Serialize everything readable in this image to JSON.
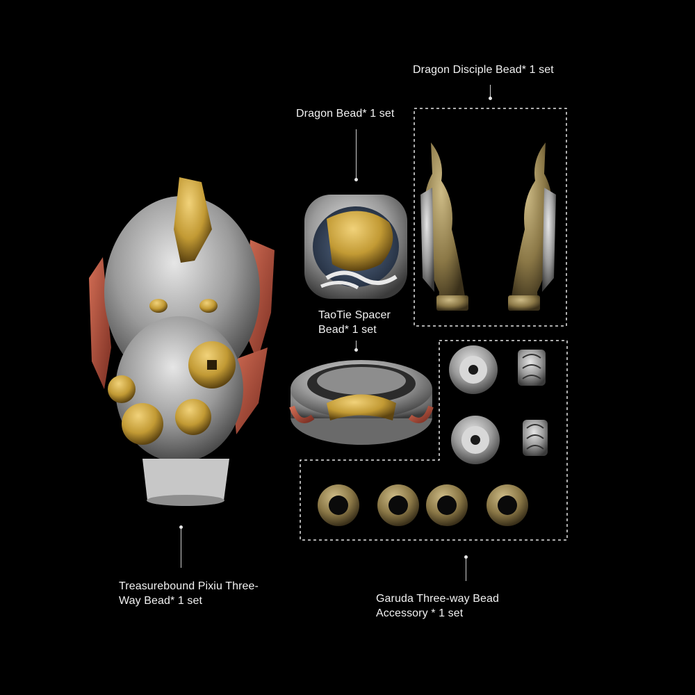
{
  "labels": {
    "dragon_disciple": "Dragon Disciple Bead* 1 set",
    "dragon_bead": "Dragon Bead* 1 set",
    "taotie": [
      "TaoTie Spacer",
      "Bead* 1 set"
    ],
    "pixiu": [
      "Treasurebound Pixiu Three-",
      "Way Bead* 1 set"
    ],
    "garuda": [
      "Garuda Three-way Bead",
      "Accessory * 1 set"
    ]
  },
  "colors": {
    "background": "#000000",
    "silver": "#b9b9b9",
    "gold": "#c9a13a",
    "bronze": "#8c7a4a",
    "copper": "#b0503c"
  }
}
